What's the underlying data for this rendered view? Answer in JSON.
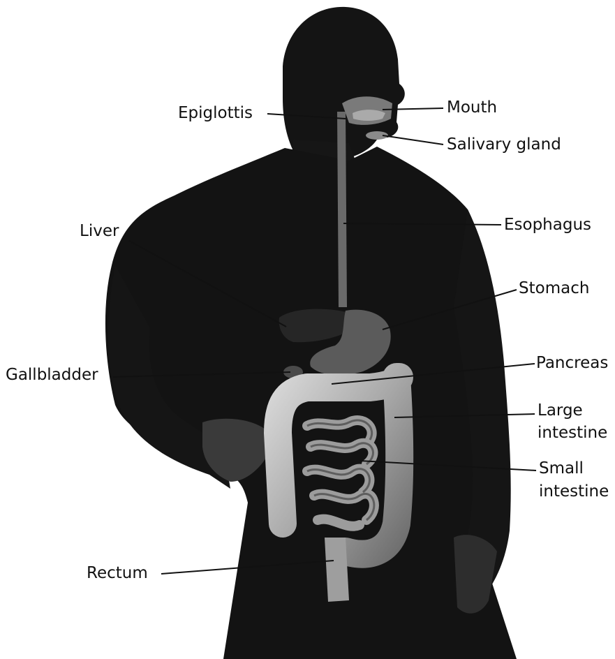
{
  "colors": {
    "background": "#ffffff",
    "silhouette": "#121212",
    "organ_light": "#c9c9c9",
    "organ_mid": "#9a9a9a",
    "organ_dark": "#5a5a5a",
    "leader_line": "#111111",
    "label_text": "#111111"
  },
  "labels": {
    "mouth": "Mouth",
    "epiglottis": "Epiglottis",
    "salivary_gland": "Salivary gland",
    "esophagus": "Esophagus",
    "liver": "Liver",
    "stomach": "Stomach",
    "gallbladder": "Gallbladder",
    "pancreas": "Pancreas",
    "large_intestine": [
      "Large",
      "intestine"
    ],
    "small_intestine": [
      "Small",
      "intestine"
    ],
    "rectum": "Rectum"
  }
}
